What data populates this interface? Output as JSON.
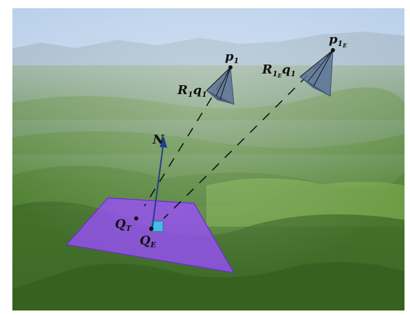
{
  "labels": {
    "p1_main": "p",
    "p1_sub": "1",
    "p1E_main": "p",
    "p1E_sub": "1",
    "p1E_subsub": "E",
    "r1q1_R": "R",
    "r1q1_Rsub": "1",
    "r1q1_q": "q",
    "r1q1_qsub": "1",
    "r1Eq1_R": "R",
    "r1Eq1_Rsub": "1",
    "r1Eq1_Rsubsub": "E",
    "r1Eq1_q": "q",
    "r1Eq1_qsub": "1",
    "normal": "N",
    "qt_main": "Q",
    "qt_sub": "T",
    "qe_main": "Q",
    "qe_sub": "E"
  },
  "colors": {
    "plane": "#9b4dff",
    "plane_edge": "#6a2bd6",
    "patch": "#3fc4e8",
    "normal_arrow": "#1f3f8a",
    "camera": "#5a7399",
    "dashed_line": "#111111",
    "sky": "#c9d9ea",
    "hills": "#5f8e42"
  }
}
